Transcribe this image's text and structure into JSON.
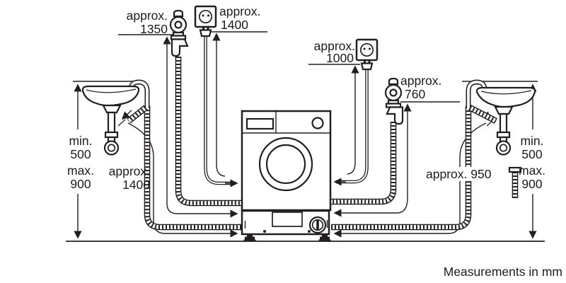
{
  "diagram": {
    "footer_note": "Measurements in mm",
    "labels": {
      "left_tap_hose": {
        "line1": "approx.",
        "line2": "1350"
      },
      "left_power_cord": {
        "line1": "approx.",
        "line2": "1400"
      },
      "right_power_cord": {
        "line1": "approx.",
        "line2": "1000"
      },
      "right_tap_hose": {
        "line1": "approx.",
        "line2": "760"
      },
      "left_drain_hose": {
        "line1": "approx.",
        "line2": "1400"
      },
      "right_drain_hose": {
        "text": "approx. 950"
      },
      "left_sink_height": {
        "line1": "min.",
        "line2": "500",
        "line3": "max.",
        "line4": "900"
      },
      "right_sink_height": {
        "line1": "min.",
        "line2": "500",
        "line3": "max.",
        "line4": "900"
      }
    },
    "colors": {
      "line": "#231f20",
      "background": "#ffffff"
    }
  }
}
